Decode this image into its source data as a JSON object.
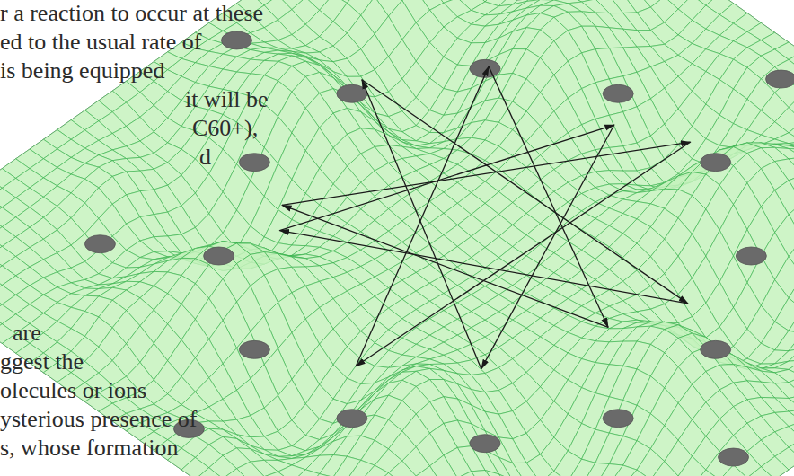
{
  "diagram": {
    "labels": [
      "r a reaction to occur at these",
      "ed to the usual rate of",
      "is being equipped",
      "it will be",
      "C60+),",
      "d",
      "are",
      "ggest the",
      "olecules or ions",
      "ysterious presence of",
      "s, whose formation"
    ]
  }
}
